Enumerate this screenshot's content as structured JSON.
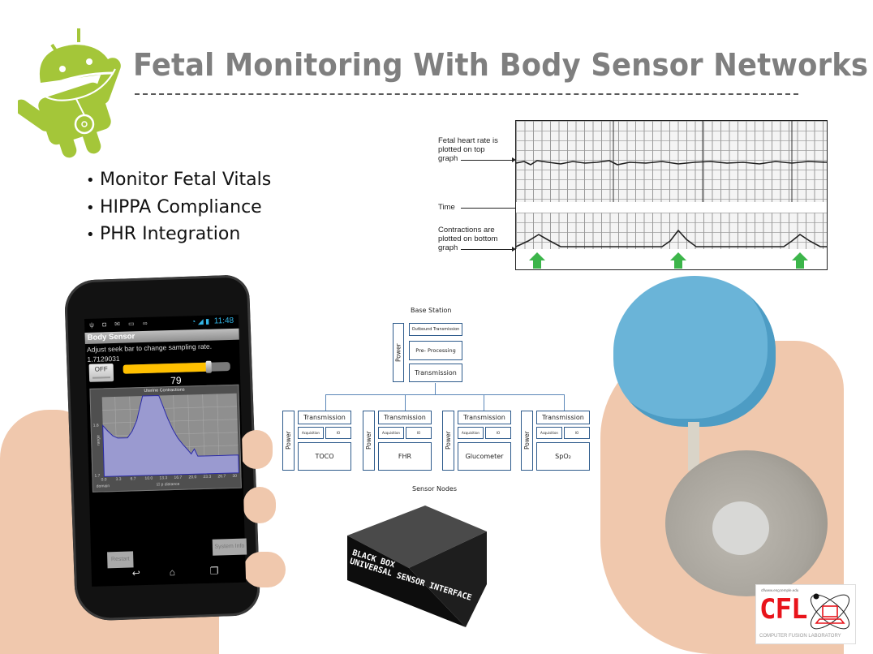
{
  "slide": {
    "title": "Fetal Monitoring With Body Sensor Networks",
    "title_color": "#7f7f7f",
    "logo": "android-stethoscope-icon",
    "logo_color": "#a4c639",
    "bullets": [
      "Monitor Fetal Vitals",
      "HIPPA Compliance",
      "PHR Integration"
    ]
  },
  "ctg_figure": {
    "labels": {
      "top": [
        "Fetal heart rate is",
        "plotted on top",
        "graph"
      ],
      "time": "Time",
      "bottom": [
        "Contractions are",
        "plotted on bottom",
        "graph"
      ]
    },
    "arrow_color": "#3cb54a"
  },
  "phone_app": {
    "status_time": "11:48",
    "app_title": "Body Sensor",
    "helper_text": "Adjust seek bar to change sampling rate.",
    "readout": "1.7129031",
    "toggle_label": "OFF",
    "seek_value": "79",
    "seek_percent": 79,
    "chart": {
      "title": "Uterine Contractions",
      "y_label": "range",
      "x_label": "domain",
      "legend": "p distance",
      "y_ticks": [
        "1.8",
        "1.7"
      ],
      "x_ticks": [
        "0.0",
        "3.3",
        "6.7",
        "10.0",
        "13.3",
        "16.7",
        "20.0",
        "23.3",
        "26.7",
        "30"
      ],
      "fill_color": "#9a9ad0",
      "line_color": "#2a2aa8"
    },
    "restart_label": "Restart",
    "system_info_label": "System Info"
  },
  "diagram": {
    "base_station": {
      "title": "Base Station",
      "power": "Power",
      "outbound": "Outbound Transmission",
      "preprocessing": "Pre- Processing",
      "transmission": "Transmission"
    },
    "nodes": [
      {
        "power": "Power",
        "transmission": "Transmission",
        "acq": "Acquisition",
        "io": "IO",
        "name": "TOCO"
      },
      {
        "power": "Power",
        "transmission": "Transmission",
        "acq": "Acquisition",
        "io": "IO",
        "name": "FHR"
      },
      {
        "power": "Power",
        "transmission": "Transmission",
        "acq": "Acquisition",
        "io": "IO",
        "name": "Glucometer"
      },
      {
        "power": "Power",
        "transmission": "Transmission",
        "acq": "Acquisition",
        "io": "IO",
        "name": "SpO₂"
      }
    ],
    "footer": "Sensor Nodes",
    "border_color": "#2e5b8c"
  },
  "black_box": {
    "line1": "BLACK BOX",
    "line2": "UNIVERSAL SENSOR INTERFACE"
  },
  "cfl_logo": {
    "url_text": "cflwww.eng.temple.edu",
    "letters": "CFL",
    "subtitle": "COMPUTER FUSION LABORATORY",
    "color": "#e8141b"
  }
}
